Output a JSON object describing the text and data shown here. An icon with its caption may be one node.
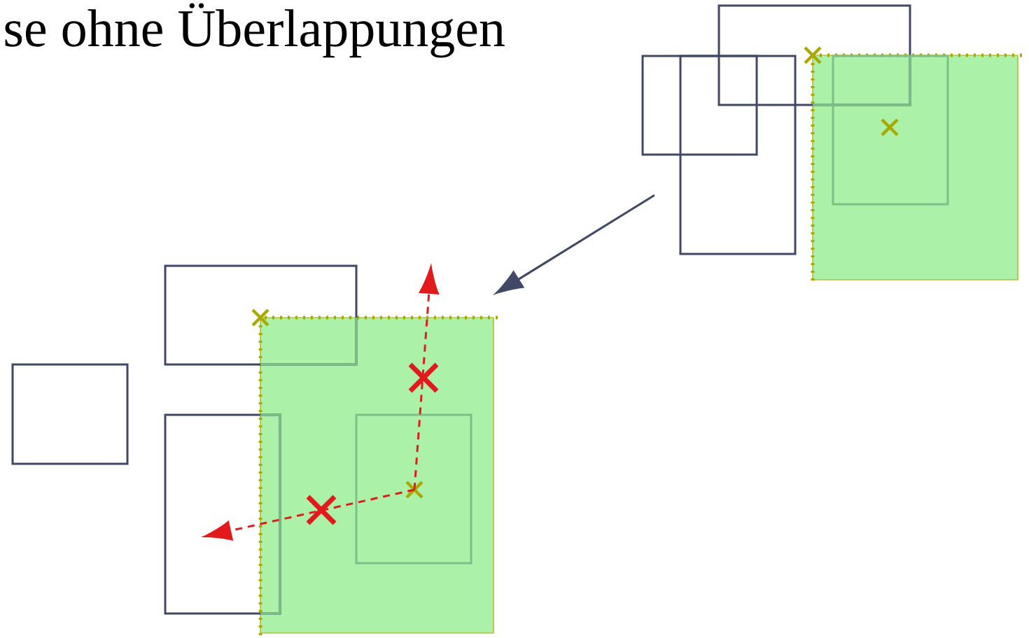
{
  "diagram": {
    "title": "se ohne Überlappungen",
    "nodes": [
      {
        "text": [],
        "shape": "box"
      },
      {
        "text": [],
        "shape": "box"
      },
      {
        "text": [],
        "shape": "box"
      },
      {
        "text": [],
        "shape": "box"
      },
      {
        "text": [],
        "shape": "box",
        "in": 3
      },
      {
        "text": [],
        "shape": "box"
      },
      {
        "text": [],
        "shape": "box"
      },
      {
        "text": [],
        "shape": "box"
      },
      {
        "text": [],
        "shape": "box"
      },
      {
        "text": [],
        "shape": "box",
        "in": 6
      }
    ]
  }
}
